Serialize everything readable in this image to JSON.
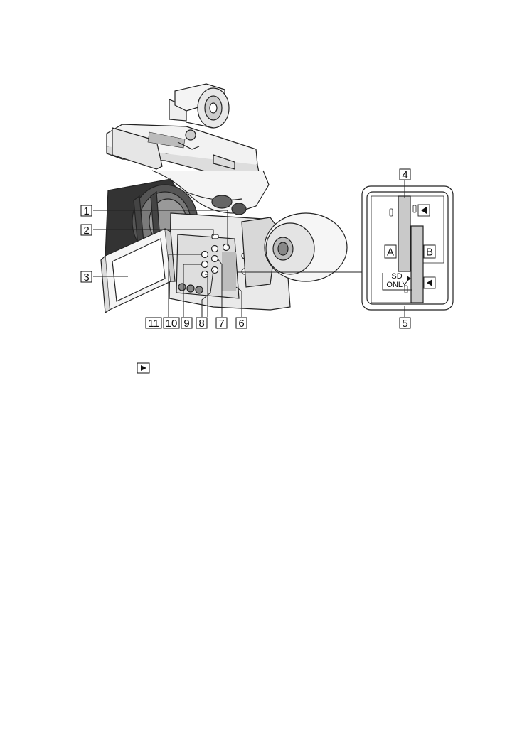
{
  "callouts": [
    {
      "id": "1",
      "label": "1"
    },
    {
      "id": "2",
      "label": "2"
    },
    {
      "id": "3",
      "label": "3"
    },
    {
      "id": "4",
      "label": "4"
    },
    {
      "id": "5",
      "label": "5"
    },
    {
      "id": "6",
      "label": "6"
    },
    {
      "id": "7",
      "label": "7"
    },
    {
      "id": "8",
      "label": "8"
    },
    {
      "id": "9",
      "label": "9"
    },
    {
      "id": "10",
      "label": "10"
    },
    {
      "id": "11",
      "label": "11"
    }
  ],
  "card_slot": {
    "slot_a_label": "A",
    "slot_b_label": "B",
    "sd_only_line1": "SD",
    "sd_only_line2": "ONLY"
  },
  "icons": {
    "play_icon": "play-icon"
  }
}
